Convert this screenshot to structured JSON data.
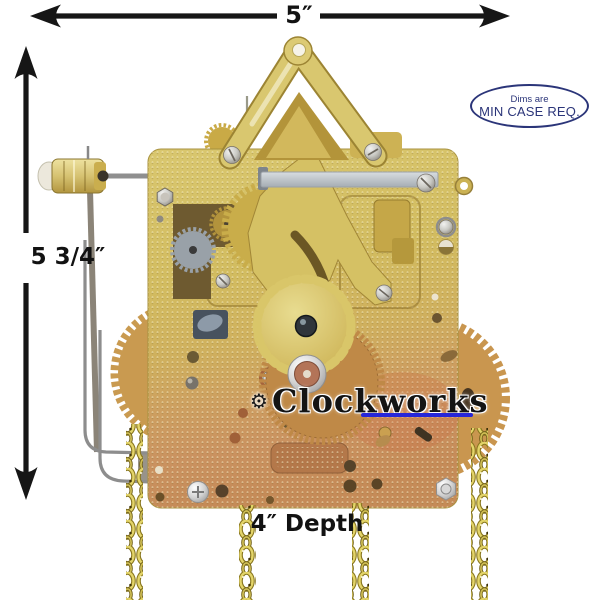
{
  "image": {
    "background_color": "#ffffff",
    "subject": "brass mechanical clock movement with four hanging chains and dimension arrows"
  },
  "dimensions": {
    "width_label": "5″",
    "height_label": "5 3/4″",
    "depth_label": "4″ Depth",
    "arrow_color": "#161616"
  },
  "badge": {
    "line1": "Dims are",
    "line2": "MIN CASE REQ.",
    "color": "#2b3579"
  },
  "watermark": {
    "icon": "gear-icon",
    "text": "Clockworks",
    "text_color": "#141414",
    "underline_color": "#2626d8"
  },
  "movement": {
    "chain_count": 4,
    "plate_brass_color": "#d5c167",
    "plate_copper_color": "#c8935c",
    "chain_color": "#ddd06a",
    "steel_color": "#b9c0c6"
  }
}
